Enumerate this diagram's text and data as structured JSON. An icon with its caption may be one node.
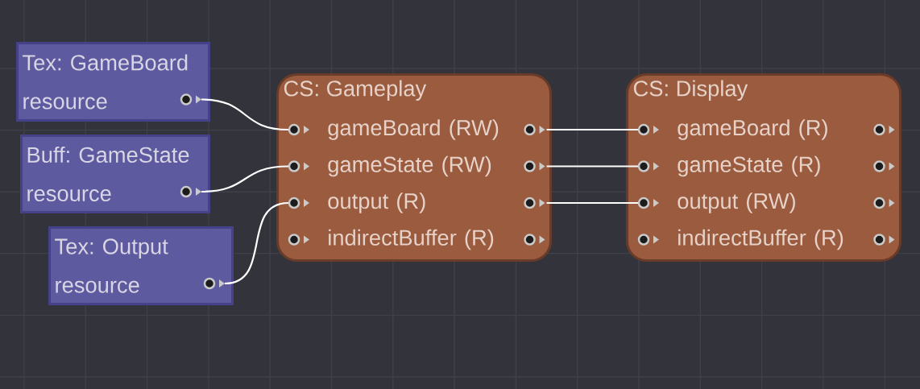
{
  "diagram": {
    "nodes": [
      {
        "text": [
          "Tex: GameBoard",
          "resource"
        ]
      },
      {
        "text": [
          "Buff: GameState",
          "resource"
        ]
      },
      {
        "text": [
          "Tex: Output",
          "resource"
        ]
      },
      {
        "text": [
          "CS: Gameplay"
        ]
      },
      {
        "text": [
          "gameBoard (RW)"
        ],
        "in": 3
      },
      {
        "text": [
          "gameState (RW)"
        ],
        "in": 3
      },
      {
        "text": [
          "output (R)"
        ],
        "in": 3
      },
      {
        "text": [
          "indirectBuffer (R)"
        ],
        "in": 3
      },
      {
        "text": [
          "CS: Display"
        ]
      },
      {
        "text": [
          "gameBoard (R)"
        ],
        "in": 8
      },
      {
        "text": [
          "gameState (R)"
        ],
        "in": 8
      },
      {
        "text": [
          "output (RW)"
        ],
        "in": 8
      },
      {
        "text": [
          "indirectBuffer (R)"
        ],
        "in": 8
      }
    ],
    "edges": [
      {
        "from": 0,
        "to": 4,
        "arrow": "none"
      },
      {
        "from": 1,
        "to": 5,
        "arrow": "none"
      },
      {
        "from": 2,
        "to": 6,
        "arrow": "none"
      },
      {
        "from": 4,
        "to": 9,
        "arrow": "none"
      },
      {
        "from": 5,
        "to": 10,
        "arrow": "none"
      },
      {
        "from": 6,
        "to": 11,
        "arrow": "none"
      }
    ]
  }
}
